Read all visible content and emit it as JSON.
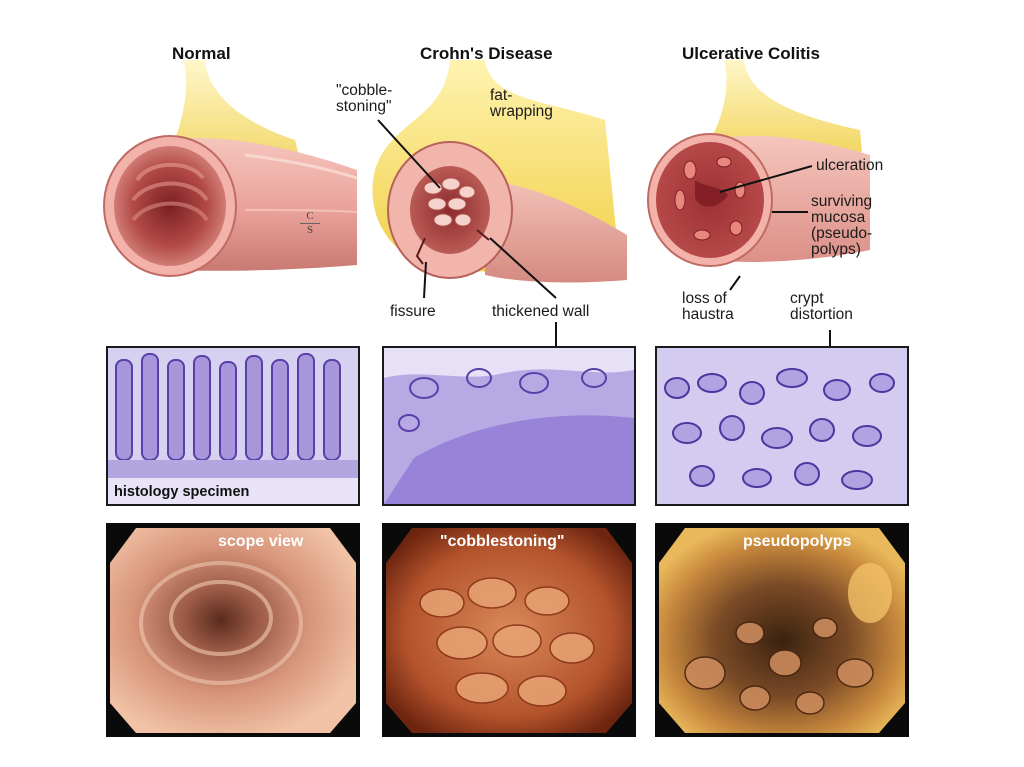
{
  "columns": {
    "normal": "Normal",
    "crohns": "Crohn's Disease",
    "uc": "Ulcerative Colitis"
  },
  "watermark": {
    "line1": "C",
    "line2": "S"
  },
  "labels": {
    "cobblestoning": "\"cobble-\nstoning\"",
    "fat_wrapping": "fat-\nwrapping",
    "fissure": "fissure",
    "thickened_wall": "thickened wall",
    "ulceration": "ulceration",
    "surviving_mucosa": "surviving\nmucosa\n(pseudo-\npolyps)",
    "loss_of_haustra": "loss of\nhaustra",
    "crypt_distortion": "crypt\ndistortion"
  },
  "histology": {
    "caption": "histology specimen"
  },
  "scope": {
    "normal_caption": "scope view",
    "crohns_caption": "\"cobblestoning\"",
    "uc_caption": "pseudopolyps"
  },
  "colors": {
    "tissue_pink": "#e9a19a",
    "lumen_red": "#a8393a",
    "fat_yellow": "#f4dc5c",
    "histology_purple": "#8a6fc9",
    "histology_bg": "#c9c3ec"
  }
}
